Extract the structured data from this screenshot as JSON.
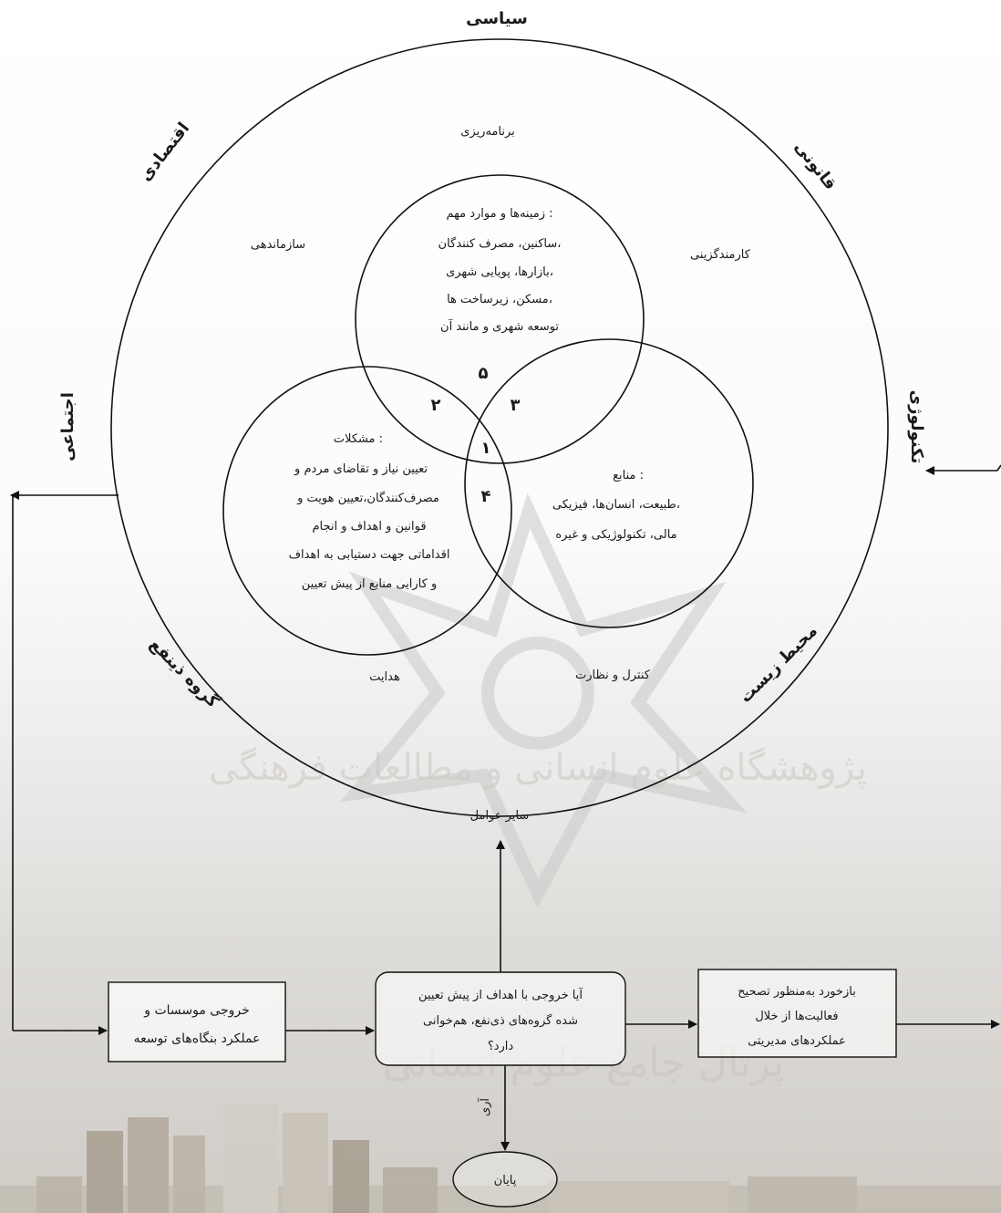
{
  "outer_labels": {
    "top": "سیاسی",
    "top_left": "اقتصادی",
    "top_right": "قانونی",
    "left": "اجتماعی",
    "right": "تکنولوژی",
    "bottom_left": "گروه ذینفع",
    "bottom_right": "محیط زیست"
  },
  "functions": {
    "planning": "برنامه‌ریزی",
    "organizing": "سازماندهی",
    "staffing": "کارمندگزینی",
    "directing": "هدایت",
    "controlling": "کنترل و نظارت"
  },
  "top_circle_lines": [
    "زمینه‌ها و موارد مهم :",
    "ساکنین، مصرف کنندگان،",
    "بازارها، پویایی شهری،",
    "مسکن، زیرساخت ها،",
    "توسعه شهری و مانند آن"
  ],
  "left_circle_lines": [
    "مشکلات :",
    "تعیین نیاز و تقاضای مردم و",
    "مصرف‌کنندگان،تعیین هویت و",
    "قوانین و اهداف و انجام",
    "اقداماتی جهت دستیابی به اهداف",
    "و کارایی منابع از پیش تعیین"
  ],
  "right_circle_lines": [
    "منابع :",
    "طبیعت، انسان‌ها، فیزیکی،",
    "مالی، تکنولوژیکی و غیره"
  ],
  "region_numbers": {
    "n1": "۱",
    "n2": "۲",
    "n3": "۳",
    "n4": "۴",
    "n5": "۵"
  },
  "other_factors": "سایر عوامل",
  "box_output": [
    "خروجی موسسات و",
    "عملکرد بنگاه‌های توسعه"
  ],
  "box_question": [
    "آیا خروجی با اهداف از پیش تعیین",
    "شده گروه‌های ذی‌نفع، هم‌خوانی",
    "دارد؟"
  ],
  "box_feedback": [
    "بازخورد به‌منظور تصحیح",
    "فعالیت‌ها از خلال",
    "عملکردهای مدیریتی"
  ],
  "yes_label": "آری",
  "end_label": "پایان",
  "watermark": "پژوهشگاه علوم انسانی و مطالعات فرهنگی",
  "watermark2": "پرتال جامع علوم انسانی"
}
